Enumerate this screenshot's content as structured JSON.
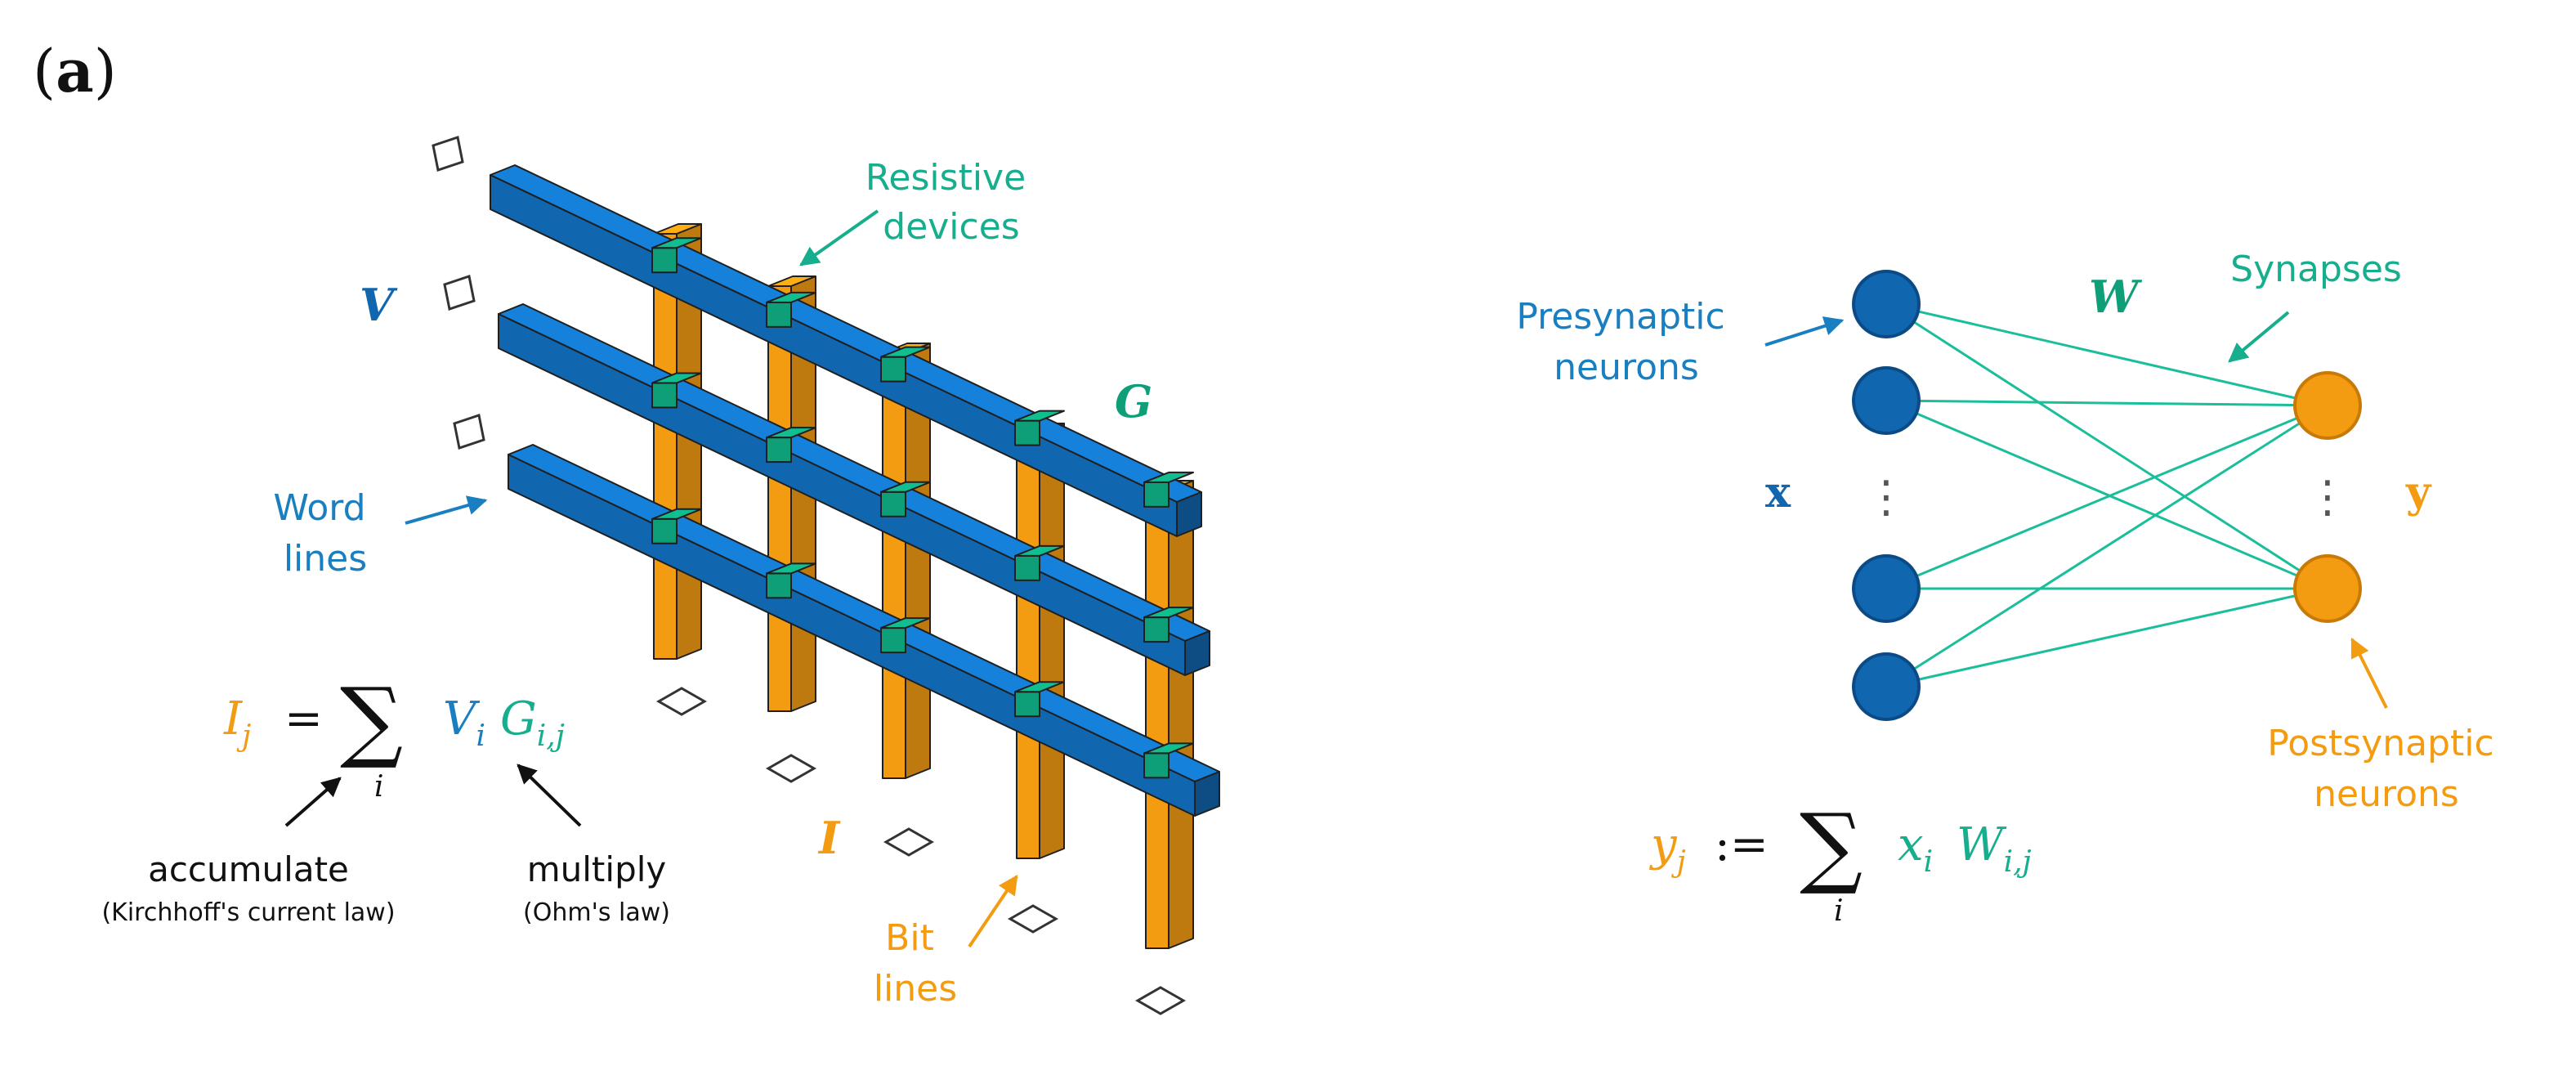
{
  "panel_label": {
    "open": "(",
    "letter": "a",
    "close": ")"
  },
  "colors": {
    "blue": "#1167AF",
    "blue_dark": "#0B4A85",
    "blue_text": "#1A7FC1",
    "orange": "#F39C12",
    "orange_dark": "#C77A06",
    "green": "#0E9E78",
    "teal": "#1BBE9A",
    "teal_text": "#17AE8E",
    "black": "#111111"
  },
  "crossbar": {
    "label_resistive": [
      "Resistive",
      "devices"
    ],
    "label_word": [
      "Word",
      "lines"
    ],
    "label_bit": [
      "Bit",
      "lines"
    ],
    "symbol_V": "V",
    "symbol_G": "G",
    "symbol_I": "I",
    "eq": {
      "lhs_main": "I",
      "lhs_sub": "j",
      "equals": "=",
      "sum": "∑",
      "sum_sub": "i",
      "v_main": "V",
      "v_sub": "i",
      "g_main": "G",
      "g_sub": "i,j"
    },
    "note_accumulate": {
      "title": "accumulate",
      "detail": "(Kirchhoff's current law)"
    },
    "note_multiply": {
      "title": "multiply",
      "detail": "(Ohm's law)"
    }
  },
  "network": {
    "label_presynaptic": [
      "Presynaptic",
      "neurons"
    ],
    "label_synapses": "Synapses",
    "label_postsynaptic": [
      "Postsynaptic",
      "neurons"
    ],
    "symbol_W": "W",
    "symbol_x": "x",
    "symbol_y": "y",
    "dots": "⋮",
    "eq": {
      "lhs_main": "y",
      "lhs_sub": "j",
      "assign": ":=",
      "sum": "∑",
      "sum_sub": "i",
      "x_main": "x",
      "x_sub": "i",
      "w_main": "W",
      "w_sub": "i,j"
    }
  }
}
